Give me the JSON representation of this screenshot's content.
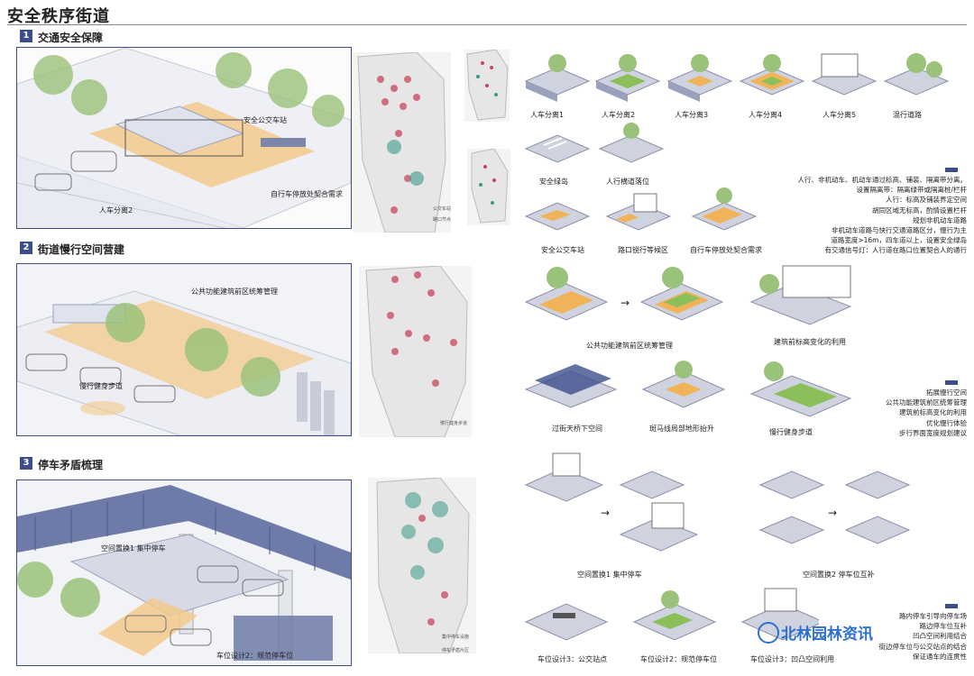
{
  "page_title": "安全秩序街道",
  "colors": {
    "accent": "#3d4d8c",
    "orange": "#f0b35a",
    "green": "#8bbf5a",
    "red_dot": "#c9455c",
    "teal_dot": "#3a9a8a"
  },
  "section1": {
    "num": "1",
    "title": "交通安全保障",
    "callouts": {
      "bus_station": "安全公交车站",
      "bike_parking": "自行车停放处契合需求",
      "separation2": "人车分离2"
    },
    "captions_row1": [
      "人车分离1",
      "人车分离2",
      "人车分离3",
      "人车分离4",
      "人车分离5",
      "混行道路"
    ],
    "captions_row2": [
      "安全绿岛",
      "人行横道落位"
    ],
    "captions_row3": [
      "安全公交车站",
      "路口锐行等候区",
      "自行车停放处契合需求"
    ],
    "map_legend": [
      "公交车站",
      "路口节点"
    ],
    "description": [
      "人行、非机动车、机动车通过标高、铺装、隔离带分离。",
      "设置隔离带：隔离绿带或隔离桩/栏杆",
      "人行：标高及铺装界定空间",
      "胡同区域无标高，酌情设置栏杆",
      "规划非机动车道路",
      "非机动车道路与快行交通道路区分，慢行为主",
      "道路宽度>16m，四车道以上，设置安全绿岛",
      "有交通信号灯：人行道在路口位置契合人的通行"
    ]
  },
  "section2": {
    "num": "2",
    "title": "街道慢行空间营建",
    "callouts": {
      "public_frontage": "公共功能建筑前区统筹管理",
      "fitness_path": "慢行健身步道"
    },
    "captions_row1": [
      "公共功能建筑前区统筹管理",
      "建筑前标高变化的利用"
    ],
    "captions_row2": [
      "过街天桥下空间",
      "斑马线局部地形抬升",
      "慢行健身步道"
    ],
    "map_legend": [
      "慢行健身步道"
    ],
    "description": [
      "拓展慢行空间",
      "公共功能建筑前区统筹管理",
      "建筑前标高变化的利用",
      "优化慢行体验",
      "步行界面宽度规划建议"
    ]
  },
  "section3": {
    "num": "3",
    "title": "停车矛盾梳理",
    "callouts": {
      "replace1": "空间置换1 集中停车",
      "spot2": "车位设计2：规范停车位"
    },
    "captions_row1": [
      "空间置换1 集中停车",
      "空间置换2 停车位互补"
    ],
    "captions_row2": [
      "车位设计3：公交站点",
      "车位设计2：规范停车位",
      "车位设计3：凹凸空间利用"
    ],
    "map_legend": [
      "集中停车设施",
      "停车矛盾片区"
    ],
    "description": [
      "路内停车引导向停车场",
      "路边停车位互补",
      "凹凸空间利用结合",
      "街边停车位与公交站点的结合",
      "保证通车的连贯性"
    ]
  },
  "watermark": "北林园林资讯"
}
